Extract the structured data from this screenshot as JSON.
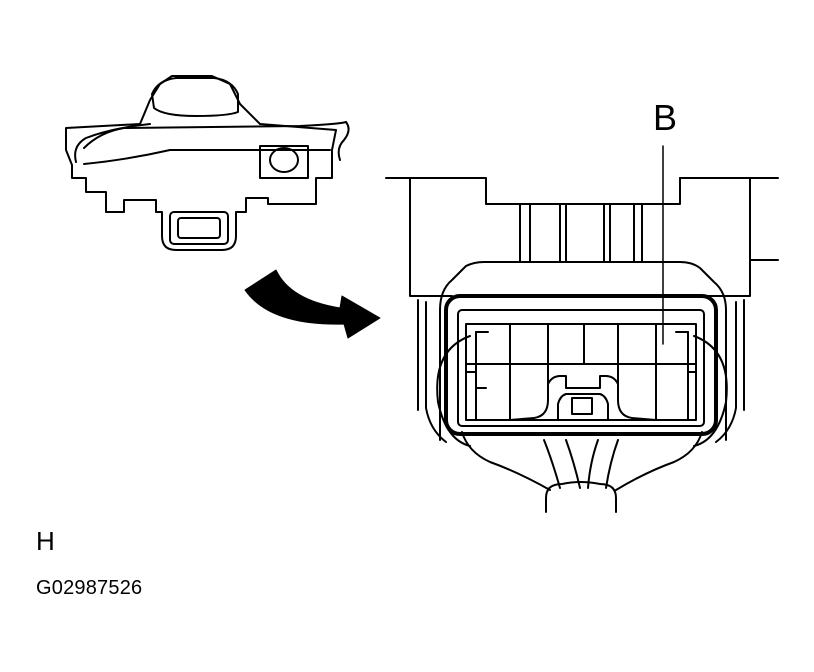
{
  "diagram": {
    "callout_label": "B",
    "view_label": "H",
    "figure_code": "G02987526"
  },
  "colors": {
    "line": "#000000",
    "background": "#ffffff"
  }
}
